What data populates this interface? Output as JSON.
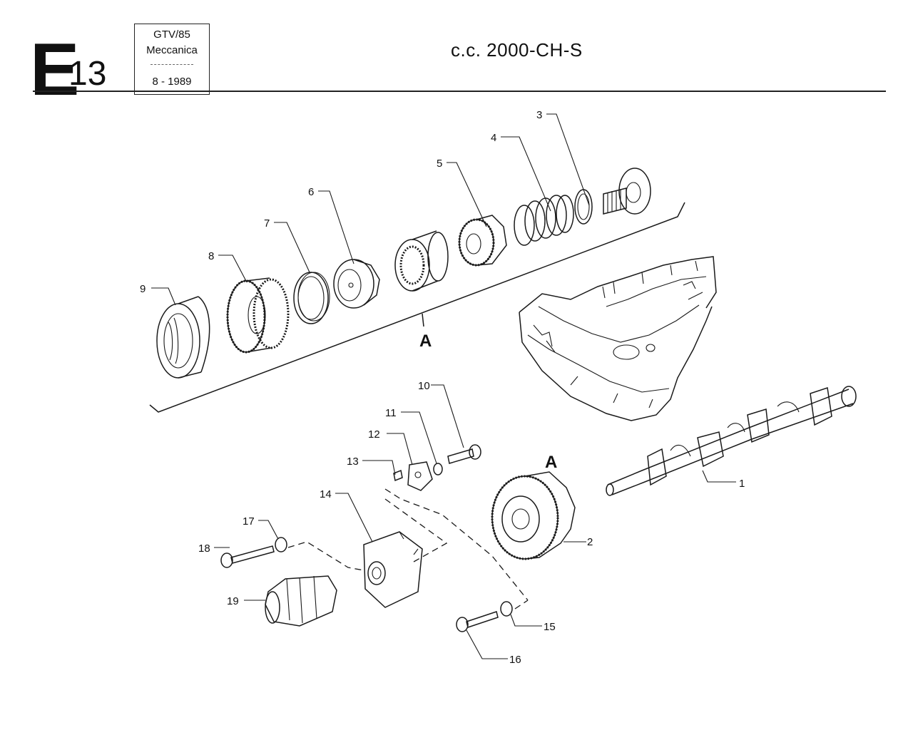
{
  "header": {
    "section_letter": "E",
    "section_number": "13",
    "model": "GTV/85",
    "category": "Meccanica",
    "date": "8 - 1989",
    "title": "c.c. 2000-CH-S"
  },
  "callouts": [
    "1",
    "2",
    "3",
    "4",
    "5",
    "6",
    "7",
    "8",
    "9",
    "10",
    "11",
    "12",
    "13",
    "14",
    "15",
    "16",
    "17",
    "18",
    "19"
  ],
  "view_labels": {
    "exploded_view": "A",
    "assembled_view": "A"
  }
}
